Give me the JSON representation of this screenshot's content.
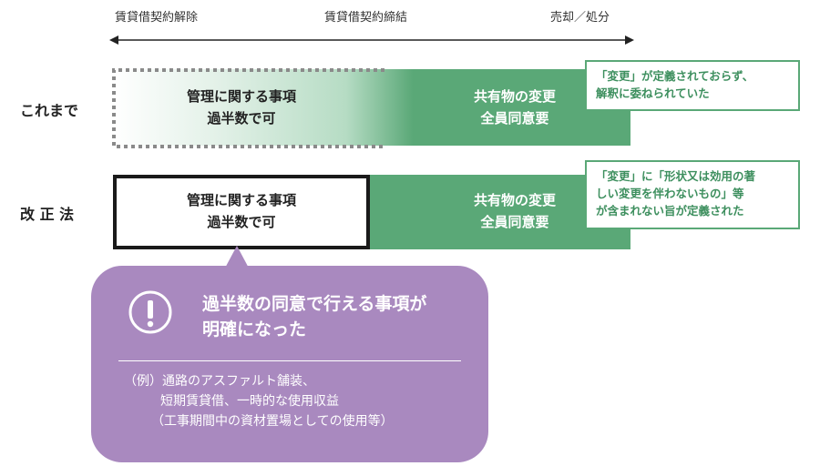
{
  "timeline": {
    "labels": [
      "賃貸借契約解除",
      "賃貸借契約締結",
      "売却／処分"
    ]
  },
  "rows": {
    "before": {
      "label": "これまで",
      "left_text": [
        "管理に関する事項",
        "過半数で可"
      ],
      "right_text": [
        "共有物の変更",
        "全員同意要"
      ],
      "callout": [
        "「変更」が定義されておらず、",
        "解釈に委ねられていた"
      ]
    },
    "revised": {
      "label": "改 正 法",
      "left_text": [
        "管理に関する事項",
        "過半数で可"
      ],
      "right_text": [
        "共有物の変更",
        "全員同意要"
      ],
      "callout": [
        "「変更」に「形状又は効用の著",
        "しい変更を伴わないもの」等",
        "が含まれない旨が定義された"
      ]
    }
  },
  "bubble": {
    "icon": "exclamation-icon",
    "headline": [
      "過半数の同意で行える事項が",
      "明確になった"
    ],
    "example_lines": [
      "（例）通路のアスファルト舗装、",
      "短期賃貸借、一時的な使用収益",
      "（工事期間中の資材置場としての使用等）"
    ]
  },
  "colors": {
    "green": "#5aa877",
    "purple": "#a989bf",
    "dark_border": "#1a1a1a"
  }
}
